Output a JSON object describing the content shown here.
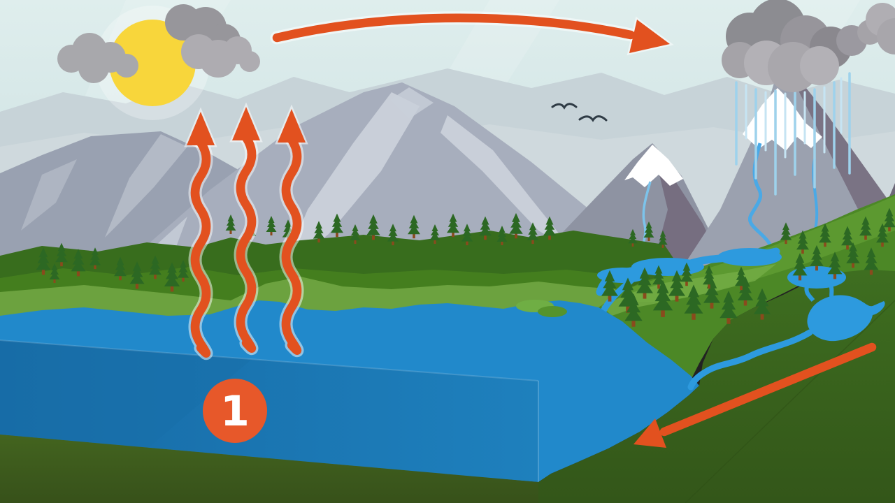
{
  "scene": {
    "type": "water-cycle-step-illustration",
    "step_badge": {
      "number": "1"
    },
    "elements": [
      "sun",
      "clouds",
      "evaporation-arrows",
      "vapor-transport-arrow",
      "rain-cloud",
      "rain",
      "snow-capped-mountains",
      "mountain-rivers",
      "lake-block",
      "forest",
      "wetland-ponds",
      "runoff-arrow",
      "birds"
    ]
  },
  "colors": {
    "accent_orange": "#e2511f",
    "badge_orange": "#e7582a",
    "badge_text": "#ffffff",
    "sun_yellow": "#f8d63b",
    "sky_top": "#dcebea",
    "sky_bottom": "#cbdfe1",
    "far_range": "#c7d3d8",
    "mountain_gray": "#a7aebd",
    "mountain_left": "#99a1b1",
    "mountain_right": "#9ba1af",
    "mountain_dark_face": "#766e80",
    "snow_white": "#ffffff",
    "cloud_gray": "#a8a8ac",
    "rain_cloud_dark": "#8c8c91",
    "rain_blue": "#9ed2ec",
    "water_surface": "#2189cb",
    "water_front": "#1d7cb8",
    "river_blue": "#2d9ade",
    "stream_blue": "#53aee8",
    "shore_light_green": "#6ca23f",
    "hill_bright_green": "#5d9a30",
    "hill_mid_green": "#4c8826",
    "land_dark_green": "#386d1d",
    "slope_green": "#3c6a1e",
    "base_green": "#40601e",
    "tree_green": "#2c6823",
    "trunk_brown": "#8a4a1d",
    "bird_dark": "#2f3b45"
  }
}
